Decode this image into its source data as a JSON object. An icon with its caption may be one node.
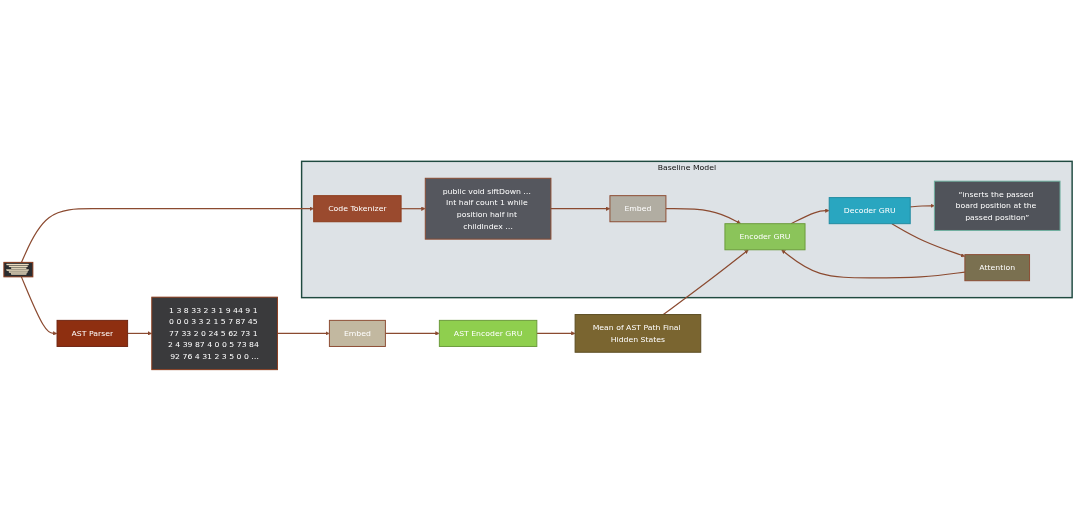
{
  "diagram": {
    "nodes": [
      {
        "text": [],
        "shape": "picture"
      },
      {
        "text": [
          "AST Parser"
        ]
      },
      {
        "text": [
          "1 3 8 33 2 3 1 9 44 9 1 0 0 0 3 3 2 1 5 7 87 45 77 33 2 0 24 5 62 73 1 2 4 39 87 4 0 0 5 73 84 92 76 4 31 2 3 5 0 0 …"
        ]
      },
      {
        "text": [
          "Embed"
        ]
      },
      {
        "text": [
          "AST Encoder GRU"
        ]
      },
      {
        "text": [
          "Baseline Model"
        ]
      },
      {
        "text": [
          "Code Tokenizer"
        ],
        "in": 5
      },
      {
        "text": [
          "public void siftDown … Int half count 1 while position half int childIndex …"
        ],
        "in": 5
      },
      {
        "text": [
          "Embed"
        ],
        "in": 5
      },
      {
        "text": [
          "Mean of AST Path Final Hidden States"
        ]
      },
      {
        "text": [
          "“inserts the passed board position at the passed position”"
        ],
        "in": 5
      },
      {
        "text": [
          "Decoder GRU"
        ],
        "in": 5
      },
      {
        "text": [
          "Encoder GRU"
        ],
        "in": 5
      },
      {
        "text": [
          "Attention"
        ],
        "in": 5
      }
    ],
    "edges": [
      {
        "from": 0,
        "to": 1,
        "arrow": "to"
      },
      {
        "from": 1,
        "to": 2,
        "arrow": "to"
      },
      {
        "from": 2,
        "to": 3,
        "arrow": "to"
      },
      {
        "from": 3,
        "to": 4,
        "arrow": "to"
      },
      {
        "from": 4,
        "to": 9,
        "arrow": "to"
      },
      {
        "from": 0,
        "to": 6,
        "arrow": "to"
      },
      {
        "from": 6,
        "to": 7,
        "arrow": "to"
      },
      {
        "from": 7,
        "to": 8,
        "arrow": "to"
      },
      {
        "from": 8,
        "to": 12,
        "arrow": "to"
      },
      {
        "from": 9,
        "to": 12,
        "arrow": "to"
      },
      {
        "from": 12,
        "to": 11,
        "arrow": "to"
      },
      {
        "from": 11,
        "to": 10,
        "arrow": "to"
      },
      {
        "from": 11,
        "to": 13,
        "arrow": "to"
      },
      {
        "from": 13,
        "to": 12,
        "arrow": "to"
      }
    ]
  }
}
